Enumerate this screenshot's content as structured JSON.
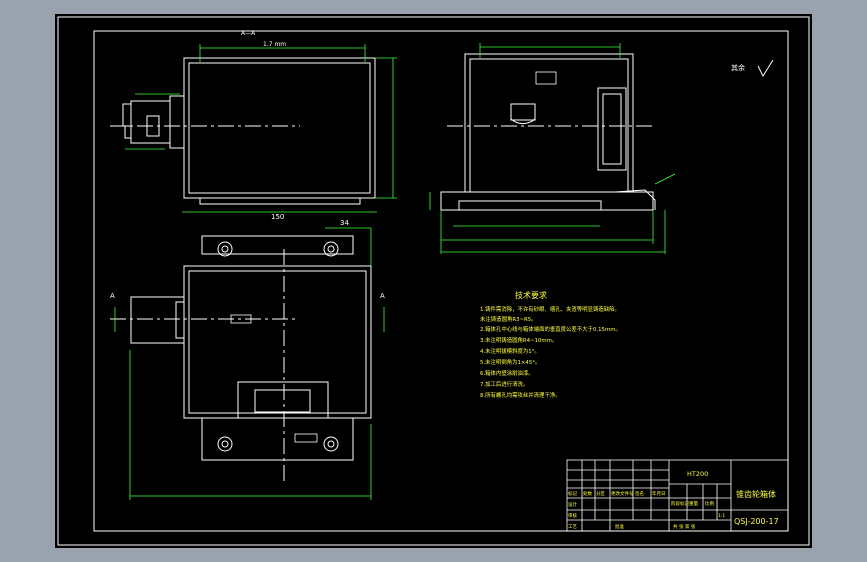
{
  "drawing": {
    "material": "HT200",
    "part_name": "锥齿轮箱体",
    "drawing_number": "QSJ-200-17",
    "roughness_note": "其余"
  },
  "section_labels": {
    "a_top": "A—A",
    "a_left": "A",
    "a_right": "A"
  },
  "dimensions": {
    "width_main": "150",
    "offset": "34",
    "top_overall": "1.7 mm"
  },
  "tech_requirements": {
    "title": "技术要求",
    "items": [
      "1.铸件需消除，不许有砂眼、缩孔、夹渣等明显铸造缺陷。",
      "  未注铸造圆角R3~R5。",
      "2.箱体孔中心线与箱体端面的垂直度公差不大于0.15mm。",
      "3.未注明铸造圆角R4~10mm。",
      "4.未注明拔模斜度为1°。",
      "5.未注明倒角为1×45°。",
      "6.箱体内壁涂耐油漆。",
      "7.加工后进行清洗。",
      "8.所有螺孔均需攻丝并清理干净。"
    ]
  },
  "title_block": {
    "headers": [
      "标记",
      "处数",
      "分区",
      "更改文件号",
      "签名",
      "年月日"
    ],
    "rows_left": [
      "设计",
      "审核",
      "工艺"
    ],
    "cols_mid": [
      "阶段标记",
      "重量",
      "比例"
    ],
    "bottom_mid": [
      "共 张 第 张"
    ],
    "approve": "批准",
    "scale": "1:1"
  }
}
